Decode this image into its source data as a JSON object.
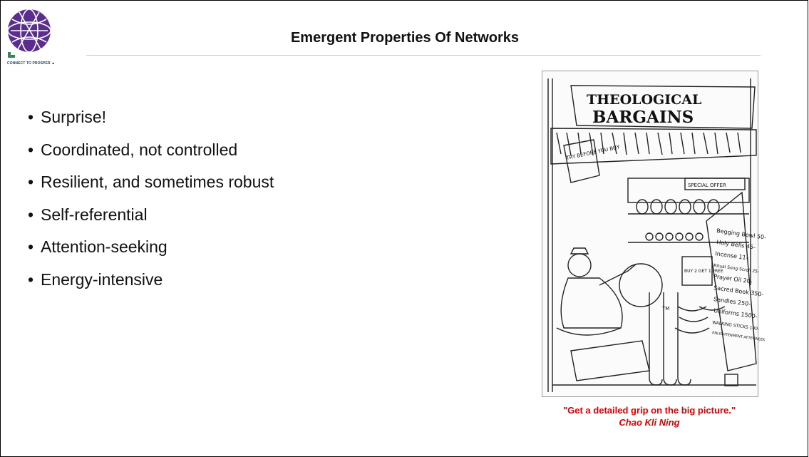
{
  "logo": {
    "icon": "globe-network-icon",
    "tagline": "CONNECT TO PROSPER ▲"
  },
  "title": "Emergent Properties Of Networks",
  "bullets": [
    "Surprise!",
    "Coordinated, not controlled",
    "Resilient, and sometimes robust",
    "Self-referential",
    "Attention-seeking",
    "Energy-intensive"
  ],
  "cartoon": {
    "banner_line1": "THEOLOGICAL",
    "banner_line2": "BARGAINS",
    "sign_try": "TRY BEFORE YOU BUY",
    "special_offer": "SPECIAL OFFER",
    "buy_offer": "BUY 2 GET 1 FREE",
    "tm": "TM",
    "price_list": [
      "Begging Bowl 50-",
      "Holy Bells 45-",
      "Incense 11-",
      "Ritual Song Scroll 25-",
      "Prayer Oil 20-",
      "Sacred Book 350-",
      "Sandles 250-",
      "Uniforms 1500-",
      "WALKING STICKS 100-",
      "ENLIGHTENMENT AFTERWEEK"
    ]
  },
  "caption": {
    "quote": "\"Get a detailed grip on the big picture.\"",
    "author": "Chao Kli Ning"
  },
  "colors": {
    "caption": "#e00000",
    "logo_purple": "#5b2d8e",
    "logo_green": "#2e8b57"
  }
}
